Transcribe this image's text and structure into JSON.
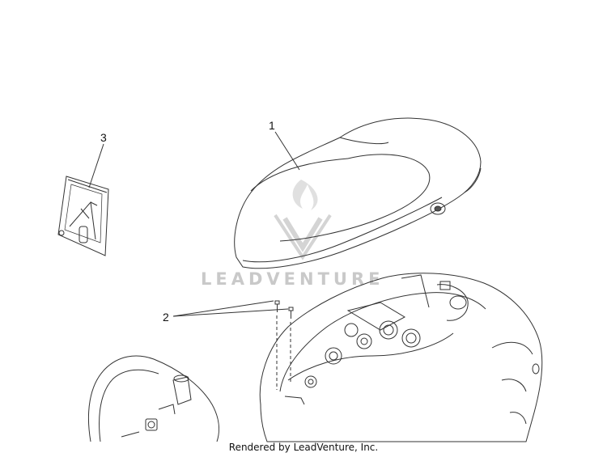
{
  "callouts": [
    {
      "label": "1"
    },
    {
      "label": "2"
    },
    {
      "label": "3"
    }
  ],
  "watermark": {
    "text": "LEADVENTURE"
  },
  "footer": {
    "text": "Rendered by LeadVenture, Inc."
  },
  "colors": {
    "line": "#333333",
    "watermark": "#c9c9c9"
  }
}
